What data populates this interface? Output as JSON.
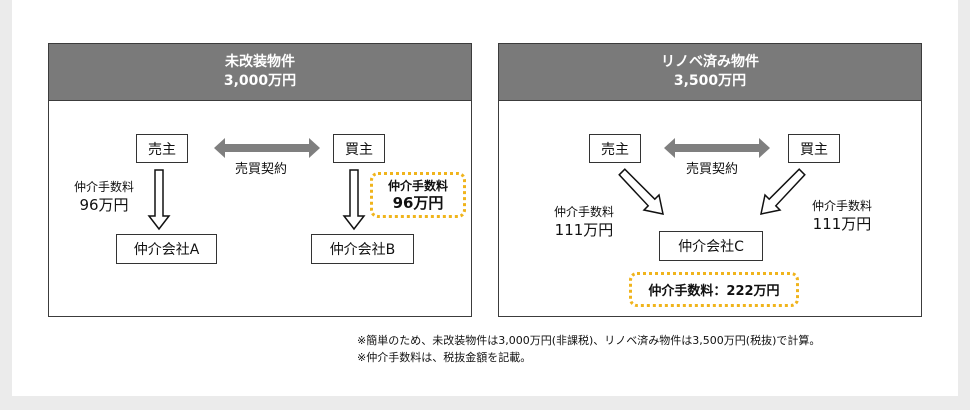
{
  "left_panel": {
    "title": "未改装物件",
    "price": "3,000万円",
    "seller": "売主",
    "buyer": "買主",
    "contract": "売買契約",
    "fee_a_label": "仲介手数料",
    "fee_a_value": "96万円",
    "fee_b_label": "仲介手数料",
    "fee_b_value": "96万円",
    "agent_a": "仲介会社A",
    "agent_b": "仲介会社B"
  },
  "right_panel": {
    "title": "リノベ済み物件",
    "price": "3,500万円",
    "seller": "売主",
    "buyer": "買主",
    "contract": "売買契約",
    "fee_seller_label": "仲介手数料",
    "fee_seller_value": "111万円",
    "fee_buyer_label": "仲介手数料",
    "fee_buyer_value": "111万円",
    "agent_c": "仲介会社C",
    "total_fee": "仲介手数料：222万円"
  },
  "notes": [
    "※簡単のため、未改装物件は3,000万円(非課税)、リノベ済み物件は3,500万円(税抜)で計算。",
    "※仲介手数料は、税抜金額を記載。"
  ],
  "colors": {
    "header_bg": "#7a7a7a",
    "highlight_border": "#f0b41c",
    "arrow_gray": "#7f7f7f"
  }
}
